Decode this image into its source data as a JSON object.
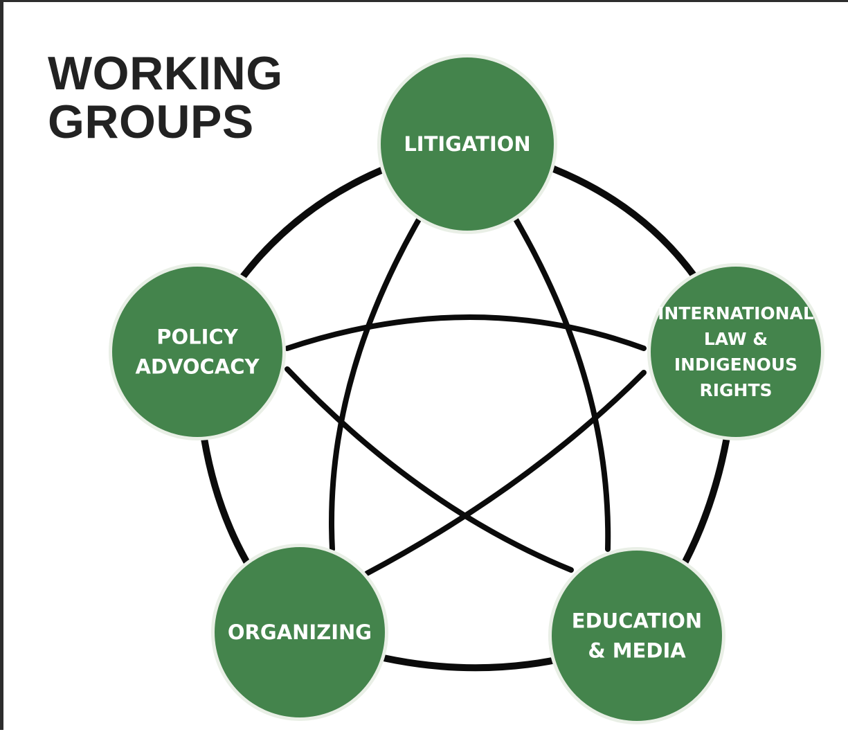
{
  "title": {
    "line1": "WORKING",
    "line2": "GROUPS"
  },
  "colors": {
    "node_fill": "#44844c",
    "node_ring": "#e9efe6",
    "connector": "#0b0b0b"
  },
  "nodes": [
    {
      "id": "litigation",
      "lines": [
        "LITIGATION"
      ]
    },
    {
      "id": "international-law",
      "lines": [
        "INTERNATIONAL",
        "LAW &",
        "INDIGENOUS",
        "RIGHTS"
      ]
    },
    {
      "id": "education-media",
      "lines": [
        "EDUCATION",
        "& MEDIA"
      ]
    },
    {
      "id": "organizing",
      "lines": [
        "ORGANIZING"
      ]
    },
    {
      "id": "policy-advocacy",
      "lines": [
        "POLICY",
        "ADVOCACY"
      ]
    }
  ]
}
